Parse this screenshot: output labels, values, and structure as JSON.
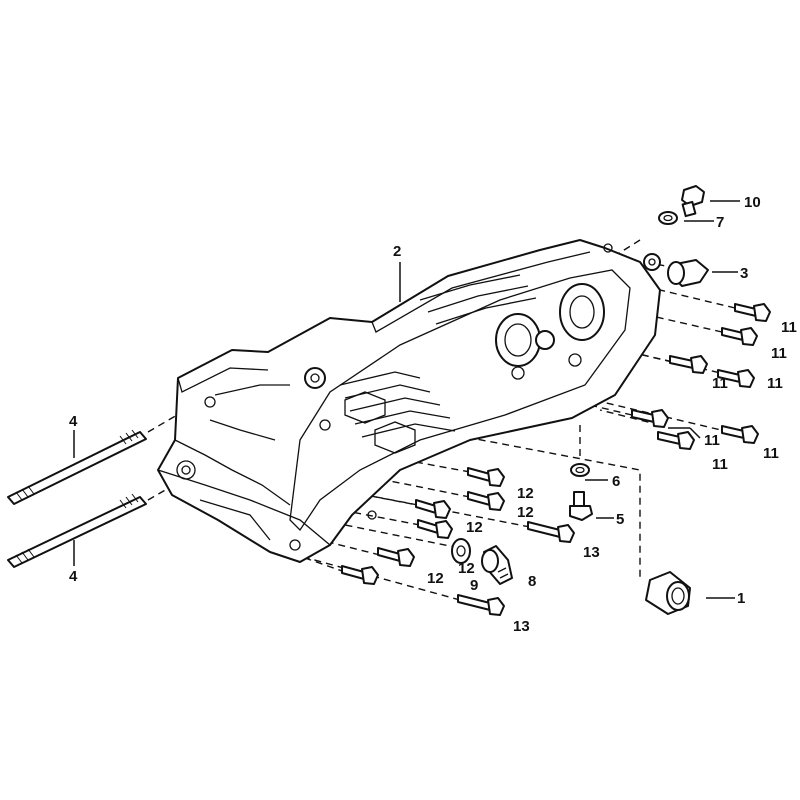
{
  "diagram": {
    "callouts": {
      "c1": "1",
      "c2": "2",
      "c3": "3",
      "c4a": "4",
      "c4b": "4",
      "c5": "5",
      "c6": "6",
      "c7": "7",
      "c8": "8",
      "c9": "9",
      "c10": "10",
      "c11a": "11",
      "c11b": "11",
      "c11c": "11",
      "c11d": "11",
      "c11e": "11",
      "c11f": "11",
      "c11g": "11",
      "c12a": "12",
      "c12b": "12",
      "c12c": "12",
      "c12d": "12",
      "c12e": "12",
      "c13a": "13",
      "c13b": "13"
    }
  }
}
